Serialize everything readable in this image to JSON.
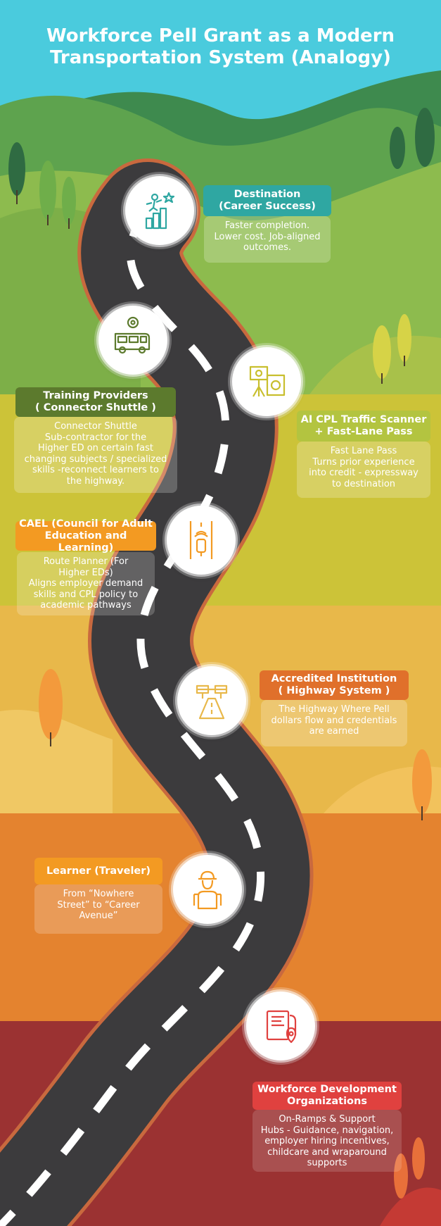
{
  "title": {
    "line1": "Workforce Pell Grant as a Modern",
    "line2": "Transportation System (Analogy)"
  },
  "colors": {
    "sky": "#4ACBDD",
    "hills_green": "#8DBB4E",
    "band_olive": "#CCC338",
    "band_gold": "#E8B84A",
    "band_orange": "#E4832F",
    "band_red": "#9B3232",
    "road": "#3C3B3D",
    "teal": "#2FA7A2",
    "dark_green": "#5C7A2D",
    "lime": "#B3C440",
    "orange": "#F39A22",
    "deep_orange": "#E0702B",
    "red": "#E0413F"
  },
  "stops": [
    {
      "id": "destination",
      "icon": "career-growth-icon",
      "header": "Destination\n(Career Success)",
      "body": "Faster completion.\nLower cost. Job-aligned\noutcomes."
    },
    {
      "id": "training",
      "icon": "shuttle-bus-icon",
      "header": "Training Providers\n( Connector Shuttle  )",
      "body": "Connector Shuttle\nSub-contractor for the\nHigher ED on certain fast\nchanging subjects / specialized\nskills -reconnect learners to\nthe highway."
    },
    {
      "id": "ai_cpl",
      "icon": "traffic-scanner-icon",
      "header": "AI CPL Traffic Scanner\n+ Fast-Lane Pass",
      "body": "Fast Lane Pass\nTurns prior experience\ninto credit - expressway\nto destination"
    },
    {
      "id": "cael",
      "icon": "route-planner-icon",
      "header": "CAEL (Council for Adult\nEducation and Learning)",
      "body": "Route Planner (For\nHigher EDs)\nAligns employer demand\nskills and CPL policy to\nacademic pathways"
    },
    {
      "id": "accredited",
      "icon": "highway-icon",
      "header": "Accredited Institution\n( Highway System )",
      "body": "The Highway Where Pell\ndollars flow and credentials\nare earned"
    },
    {
      "id": "learner",
      "icon": "traveler-icon",
      "header": "Learner (Traveler)",
      "body": "From “Nowhere\nStreet” to “Career\nAvenue”"
    },
    {
      "id": "workforce",
      "icon": "map-location-icon",
      "header": "Workforce Development\nOrganizations",
      "body": "On-Ramps & Support\nHubs - Guidance, navigation,\nemployer hiring incentives,\nchildcare and wraparound\nsupports"
    }
  ]
}
